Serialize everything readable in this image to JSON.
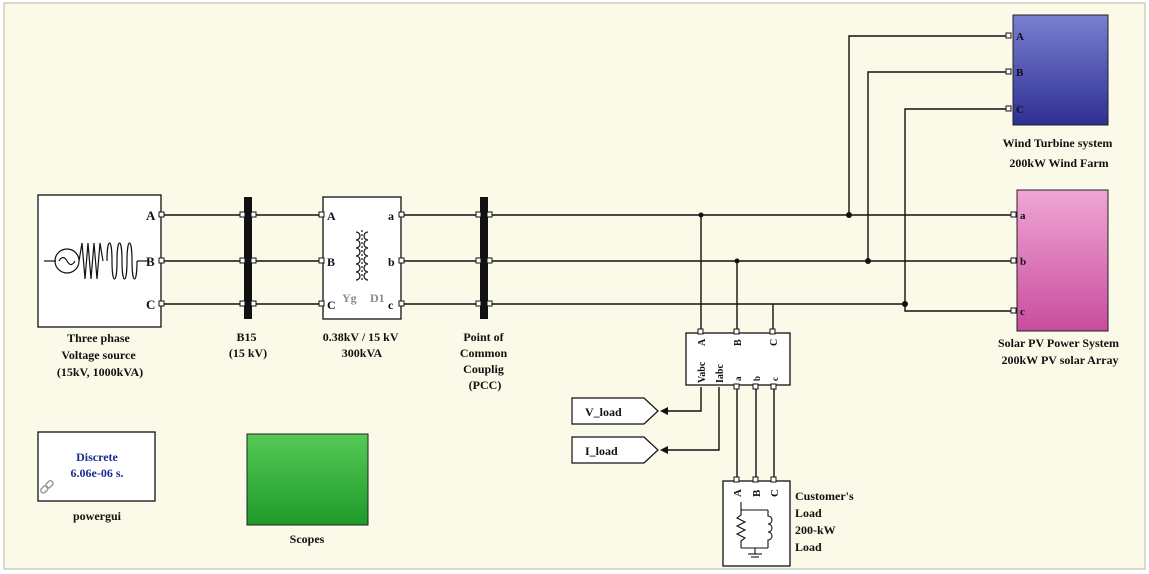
{
  "colors": {
    "canvas_bg": "#fbf9e8",
    "wind_block": "#4b4fb3",
    "pv_block": "#e07fbf",
    "scopes_block": "#3fb53f",
    "powergui_text": "#1c2c8e"
  },
  "source": {
    "ports": [
      "A",
      "B",
      "C"
    ],
    "label_lines": [
      "Three phase",
      "Voltage source",
      "(15kV, 1000kVA)"
    ]
  },
  "bus_b15": {
    "label_lines": [
      "B15",
      "(15 kV)"
    ]
  },
  "transformer": {
    "ports_in": [
      "A",
      "B",
      "C"
    ],
    "ports_out": [
      "a",
      "b",
      "c"
    ],
    "winding_left": "Yg",
    "winding_right": "D1",
    "label_lines": [
      "0.38kV / 15 kV",
      "300kVA"
    ]
  },
  "pcc": {
    "label_lines": [
      "Point of",
      "Common",
      "Couplig",
      "(PCC)"
    ]
  },
  "wind": {
    "ports": [
      "A",
      "B",
      "C"
    ],
    "label_lines": [
      "Wind Turbine system",
      "200kW Wind Farm"
    ]
  },
  "pv": {
    "ports": [
      "a",
      "b",
      "c"
    ],
    "label_lines": [
      "Solar PV Power System",
      "200kW PV solar Array"
    ]
  },
  "measurement": {
    "ports_top": [
      "A",
      "B",
      "C"
    ],
    "ports_bottom": [
      "a",
      "b",
      "c"
    ],
    "outputs": [
      "Vabc",
      "Iabc"
    ]
  },
  "tags": {
    "v_load": "V_load",
    "i_load": "I_load"
  },
  "load": {
    "ports": [
      "A",
      "B",
      "C"
    ],
    "label_lines": [
      "Customer's",
      "Load",
      "200-kW",
      "Load"
    ]
  },
  "powergui": {
    "text_lines": [
      "Discrete",
      "6.06e-06 s."
    ],
    "label": "powergui"
  },
  "scopes": {
    "label": "Scopes"
  }
}
